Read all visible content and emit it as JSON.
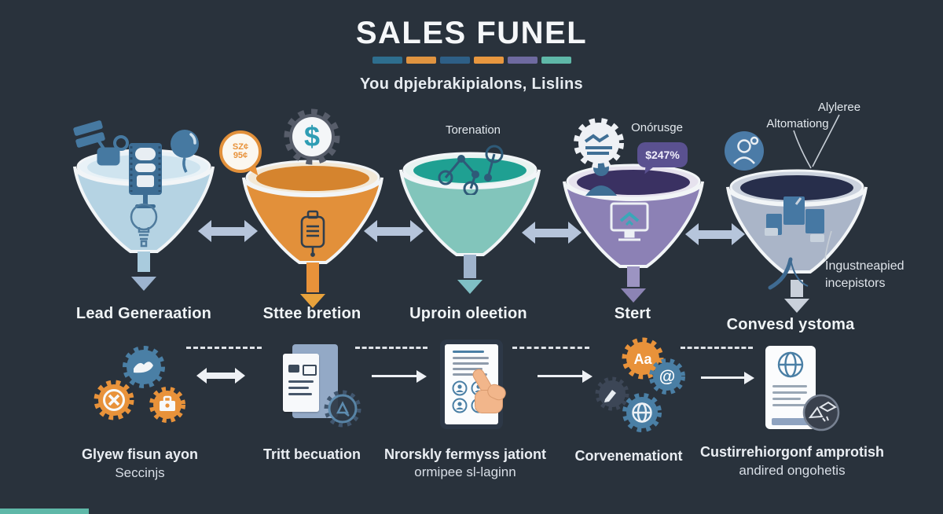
{
  "palette": {
    "background": "#29323c",
    "arrow_blue": "#b6c5db",
    "arrow_white": "#eef1f5",
    "accent_teal": "#5fb8a8"
  },
  "header": {
    "title": "SALES FUNEL",
    "subtitle": "You dpjebrakipialons, Lislins",
    "dashes": [
      "#2e6e8e",
      "#e09440",
      "#2e5f86",
      "#e8973f",
      "#6e6aa0",
      "#5fb8a8"
    ]
  },
  "funnels": [
    {
      "label": "Lead Generaation",
      "body": "#b5d3e3",
      "rim": "#e9f2f7",
      "liquid": "#cfe4ef",
      "stem": "#a9cbdd",
      "arrow": "#9db4cf"
    },
    {
      "label": "Sttee bretion",
      "body": "#e2903a",
      "rim": "#f2e8d6",
      "liquid": "#d5842e",
      "stem": "#e8923a",
      "arrow": "#e8a23c",
      "bubble_line1": "SZ¢",
      "bubble_line2": "95¢",
      "gear_glyph": "$"
    },
    {
      "label": "Uproin oleetion",
      "top_label": "Torenation",
      "body": "#82c5bb",
      "rim": "#e9f3f1",
      "liquid": "#1fa092",
      "stem": "#9fb3cc",
      "arrow": "#7fbfc4"
    },
    {
      "label": "Stert",
      "top_label": "Onórusge",
      "body": "#8c81b5",
      "rim": "#e6e2ee",
      "liquid": "#3a3162",
      "stem": "#9c94c2",
      "arrow": "#8c84b4",
      "bubble": "$247%",
      "bubble_bg": "#5a5190"
    },
    {
      "label": "Convesd ystoma",
      "top_label": "Alyleree",
      "top_label2": "Altomationg",
      "body": "#aab5c8",
      "rim": "#ccd3de",
      "liquid": "#272e4b",
      "stem": "#c9d0da",
      "arrow": "#c9d0da",
      "note_line1": "Ingustneapied",
      "note_line2": "incepistors"
    }
  ],
  "bottom_row": [
    {
      "label": "Glyew fisun ayon",
      "label2": "Seccinjs"
    },
    {
      "label": "Tritt becuation",
      "label2": ""
    },
    {
      "label": "Nrorskly fermyss jationt",
      "label2": "ormipee sl-laginn"
    },
    {
      "label": "Corvenemationt",
      "label2": ""
    },
    {
      "label": "Custirrehiorgonf amprotish",
      "label2": "andired ongohetis"
    }
  ],
  "icons": {
    "funnel1": [
      "satellite-icon",
      "screen-panel-icon",
      "balloon-icon",
      "lightbulb-icon"
    ],
    "funnel2": [
      "gear-dollar-icon",
      "price-bubble",
      "document-tag-icon"
    ],
    "funnel3": [
      "network-graph-icon"
    ],
    "funnel4": [
      "gear-handshake-icon",
      "person-icon",
      "chat-bubble",
      "monitor-up-icon"
    ],
    "funnel5": [
      "person-badge-icon",
      "blocks-icon"
    ],
    "bottom1": [
      "gear-bird-icon",
      "gear-cross-icon",
      "gear-briefcase-icon"
    ],
    "bottom2": [
      "document-gear-icon"
    ],
    "bottom3": [
      "tablet-contacts-icon",
      "pointing-hand-icon"
    ],
    "bottom4": [
      "gear-text-icon",
      "gear-at-icon",
      "gear-globe-icon",
      "gear-pen-icon"
    ],
    "bottom5": [
      "webpage-phone-icon",
      "prism-badge-icon"
    ]
  }
}
